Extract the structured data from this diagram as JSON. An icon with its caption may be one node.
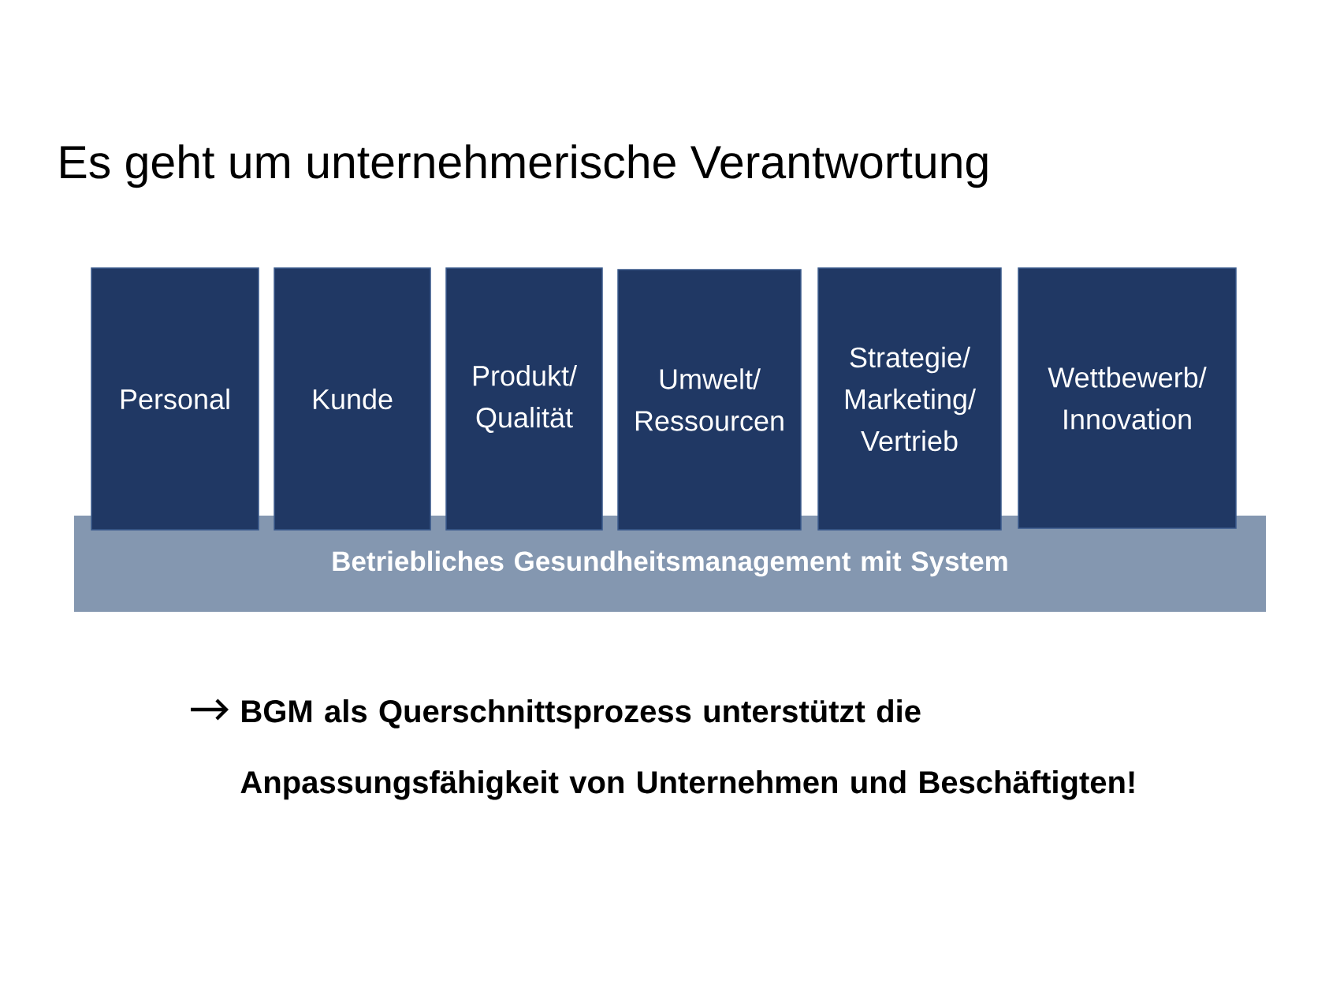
{
  "diagram": {
    "title": "Es geht um unternehmerische Verantwortung",
    "nodes": [
      {
        "text": [
          "Personal"
        ]
      },
      {
        "text": [
          "Kunde"
        ]
      },
      {
        "text": [
          "Produkt/ Qualität"
        ]
      },
      {
        "text": [
          "Umwelt/ Ressourcen"
        ]
      },
      {
        "text": [
          "Strategie/ Marketing/ Vertrieb"
        ]
      },
      {
        "text": [
          "Wettbewerb/ Innovation"
        ]
      },
      {
        "text": [
          "Betriebliches Gesundheitsmanagement mit System"
        ]
      }
    ],
    "labels": [
      "BGM als Querschnittsprozess unterstützt die Anpassungsfähigkeit von Unternehmen und Beschäftigten!"
    ]
  }
}
